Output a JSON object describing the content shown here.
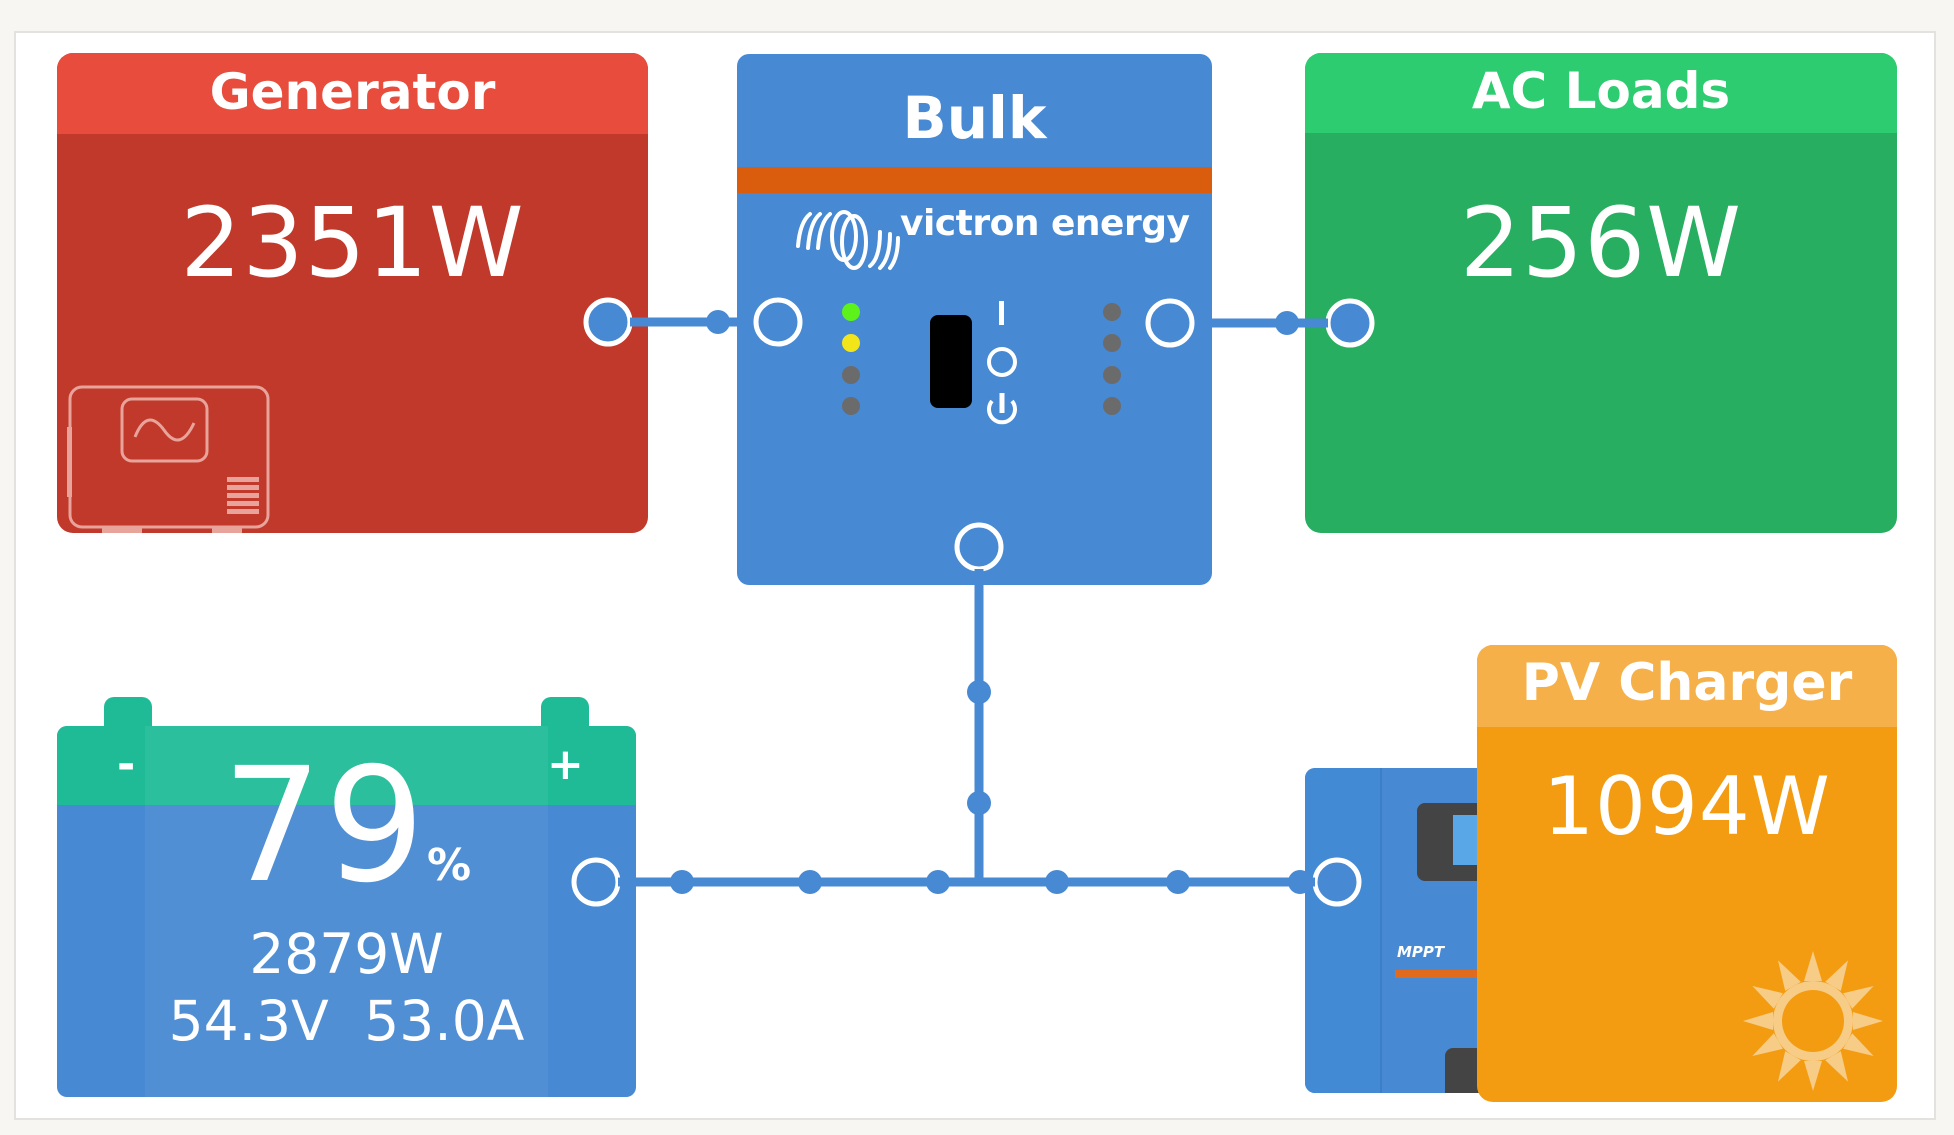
{
  "generator": {
    "title": "Generator",
    "power": "2351W",
    "icon": "generator-icon"
  },
  "inverter": {
    "state": "Bulk",
    "brand": "victron energy",
    "leds_left": [
      "#5cf21a",
      "#f2e61a",
      "#6b6b6b",
      "#6b6b6b"
    ],
    "leds_right": [
      "#6b6b6b",
      "#6b6b6b",
      "#6b6b6b",
      "#6b6b6b"
    ],
    "switch_labels": [
      "I",
      "O",
      "power"
    ]
  },
  "ac_loads": {
    "title": "AC Loads",
    "power": "256W"
  },
  "battery": {
    "soc": "79",
    "soc_unit": "%",
    "power": "2879W",
    "voltage": "54.3V",
    "current": "53.0A",
    "neg_label": "-",
    "pos_label": "+"
  },
  "pv_charger": {
    "title": "PV Charger",
    "power": "1094W",
    "device_label": "MPPT",
    "icon": "sun-icon"
  },
  "colors": {
    "generator_header": "#e74c3c",
    "generator_body": "#c0392b",
    "ac_header": "#2ecc71",
    "ac_body": "#27ae60",
    "inverter": "#4789d2",
    "inverter_stripe": "#d95d0d",
    "battery_top": "#1fbb97",
    "battery_body": "#4789d2",
    "pv_header": "#f5b04a",
    "pv_body": "#f39c12",
    "connector": "#4789d2"
  }
}
